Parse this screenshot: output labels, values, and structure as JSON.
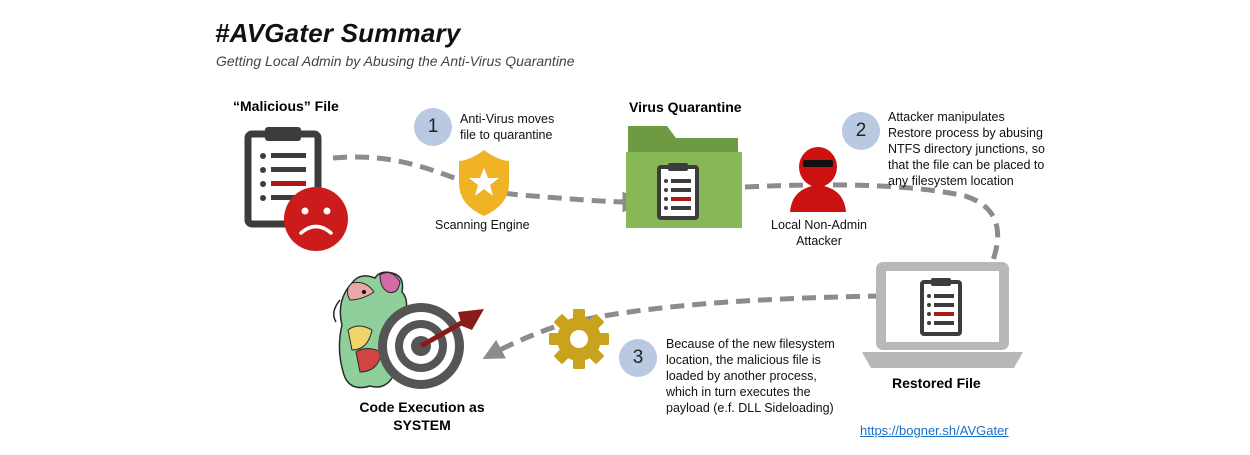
{
  "title": "#AVGater Summary",
  "subtitle": "Getting Local Admin by Abusing the Anti-Virus Quarantine",
  "malicious_file_label": "“Malicious” File",
  "virus_quarantine_label": "Virus Quarantine",
  "restored_file_label": "Restored File",
  "code_execution_label": "Code Execution as\nSYSTEM",
  "scanning_engine_label": "Scanning Engine",
  "attacker_label": "Local Non-Admin\nAttacker",
  "steps": [
    {
      "number": "1",
      "text": "Anti-Virus moves\nfile to quarantine"
    },
    {
      "number": "2",
      "text": "Attacker manipulates\nRestore process by abusing\nNTFS directory junctions, so\nthat the file can be placed to\nany filesystem location"
    },
    {
      "number": "3",
      "text": "Because of the new filesystem\nlocation, the malicious file is\nloaded by another process,\nwhich in turn executes the\npayload (e.f. DLL Sideloading)"
    }
  ],
  "link_text": "https://bogner.sh/AVGater",
  "colors": {
    "sad_face": "#cc1b1b",
    "shield": "#f0b323",
    "folder": "#88b757",
    "attacker": "#cc1111",
    "gear": "#c9a21e",
    "target_arrow": "#8b1b1b",
    "step_circle": "#b8c9e1",
    "arrow": "#8c8c8c"
  },
  "icons": [
    "clipboard-icon",
    "sad-face-icon",
    "shield-star-icon",
    "folder-icon",
    "hacker-icon",
    "laptop-icon",
    "target-icon",
    "gear-icon",
    "mascot-icon"
  ]
}
